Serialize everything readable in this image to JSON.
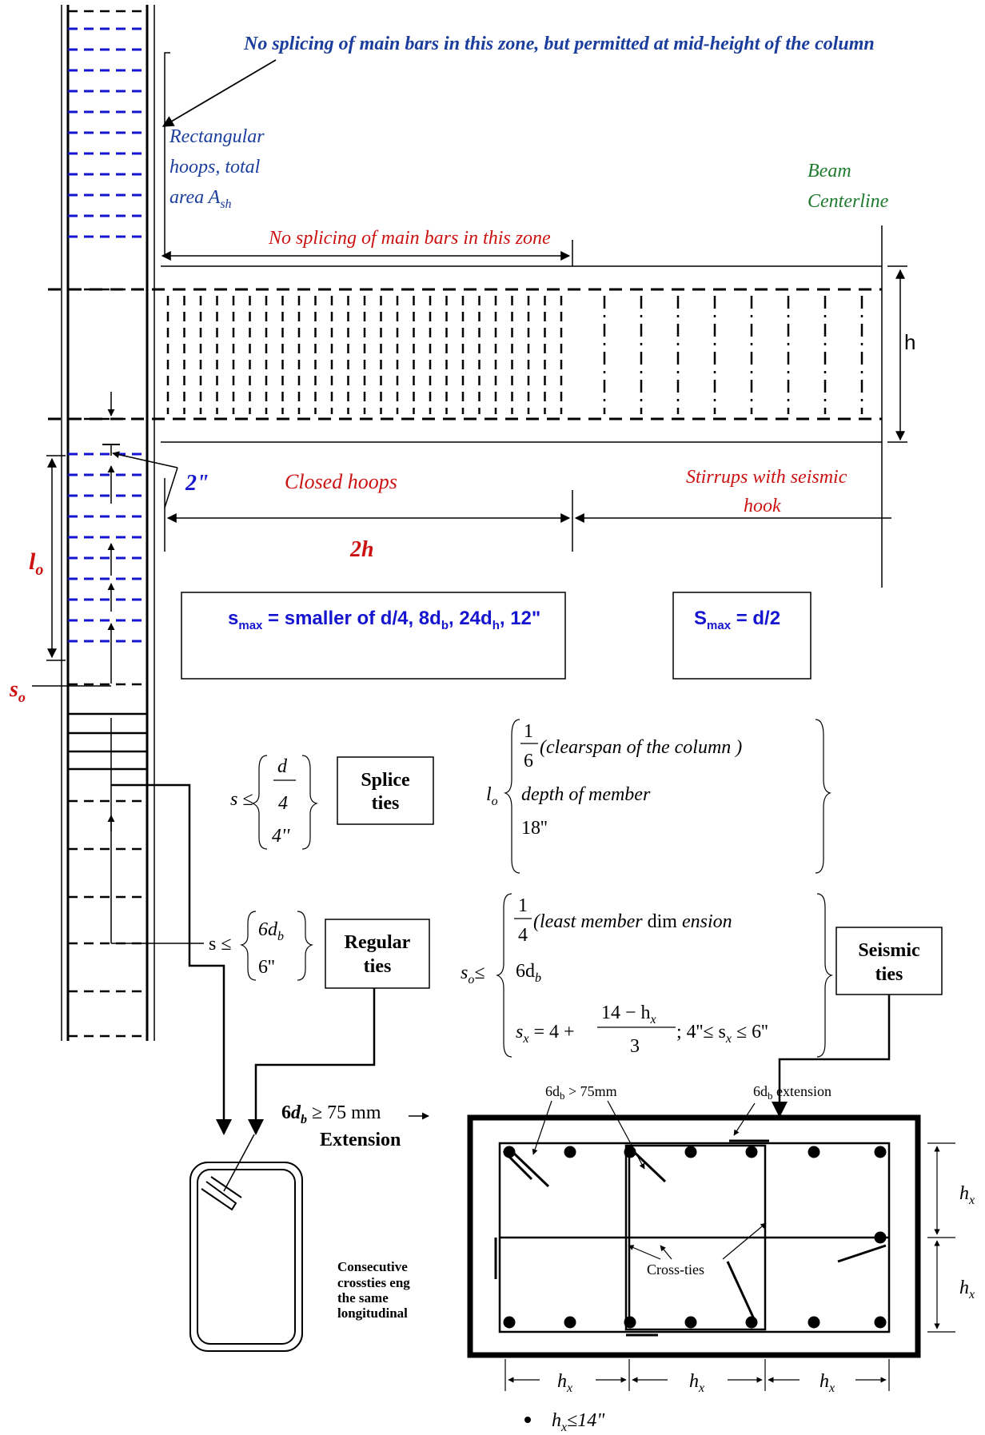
{
  "colors": {
    "blue_text": "#1a3d9e",
    "green_text": "#1f7a2e",
    "red_text": "#cc1111",
    "hoop_blue": "#1515d0",
    "line": "#000000"
  },
  "top_note": "No splicing of main bars in this zone, but permitted at mid-height of the column",
  "hoops_note": {
    "line1": "Rectangular",
    "line2": "hoops, total",
    "line3_prefix": "area A",
    "line3_sub": "sh"
  },
  "beam_centerline": {
    "line1": "Beam",
    "line2": "Centerline"
  },
  "beam_zone_note": "No splicing of main bars in this zone",
  "h_label": "h",
  "two_inch": "2\"",
  "closed_hoops": "Closed hoops",
  "stirrups": {
    "line1": "Stirrups with seismic",
    "line2": "hook"
  },
  "two_h": "2h",
  "lo_label": {
    "main": "l",
    "sub": "o"
  },
  "so_label": {
    "main": "s",
    "sub": "o"
  },
  "smax_box": {
    "s": "s",
    "s_sub": "max",
    "text1": " = smaller of d/4, 8d",
    "sub_b": "b",
    "text2": ", 24d",
    "sub_h": "h",
    "text3": ", 12\""
  },
  "Smax_box": {
    "S": "S",
    "S_sub": "max",
    "text": " = d/2"
  },
  "splice": {
    "lhs": "s ≤",
    "num": "d",
    "den": "4",
    "alt": "4''",
    "box_line1": "Splice",
    "box_line2": "ties"
  },
  "regular": {
    "lhs": "s ≤",
    "opt1_main": "6d",
    "opt1_sub": "b",
    "opt2": "6''",
    "box_line1": "Regular",
    "box_line2": "ties"
  },
  "lo_formula": {
    "lhs_main": "l",
    "lhs_sub": "o",
    "frac_num": "1",
    "frac_den": "6",
    "line1": "(clearspan  of  the  column )",
    "line2": "depth  of  member",
    "line3": "18''"
  },
  "so_formula": {
    "lhs_main": "s",
    "lhs_sub": "o",
    "lhs_op": "≤",
    "frac_num": "1",
    "frac_den": "4",
    "line1_a": "(least member",
    "line1_b": " dim ",
    "line1_c": "ension",
    "line2_main": "6d",
    "line2_sub": "b",
    "sx_main": "s",
    "sx_sub": "x",
    "sx_eq": " = 4 +",
    "sx_num_main": "14 − h",
    "sx_num_sub": "x",
    "sx_den": "3",
    "sx_tail": ";   4''≤ s",
    "sx_tail_sub": "x",
    "sx_tail_end": " ≤ 6''"
  },
  "seismic_box": {
    "line1": "Seismic",
    "line2": "ties"
  },
  "extension": {
    "line1_a": "6",
    "line1_b": "d",
    "line1_sub": "b",
    "line1_c": " ≥ 75 mm",
    "line2": "Extension"
  },
  "consecutive": {
    "line1": "Consecutive",
    "line2": "crossties eng",
    "line3": "the same",
    "line4": "longitudinal"
  },
  "section": {
    "db_75": {
      "a": "6d",
      "sub": "b",
      "c": " > 75mm"
    },
    "db_ext": {
      "a": "6d",
      "sub": "b",
      "c": " extension"
    },
    "cross_ties": "Cross-ties",
    "hx_main": "h",
    "hx_sub": "x"
  },
  "bullet": {
    "main": "h",
    "sub": "x",
    "tail": "≤14\""
  }
}
